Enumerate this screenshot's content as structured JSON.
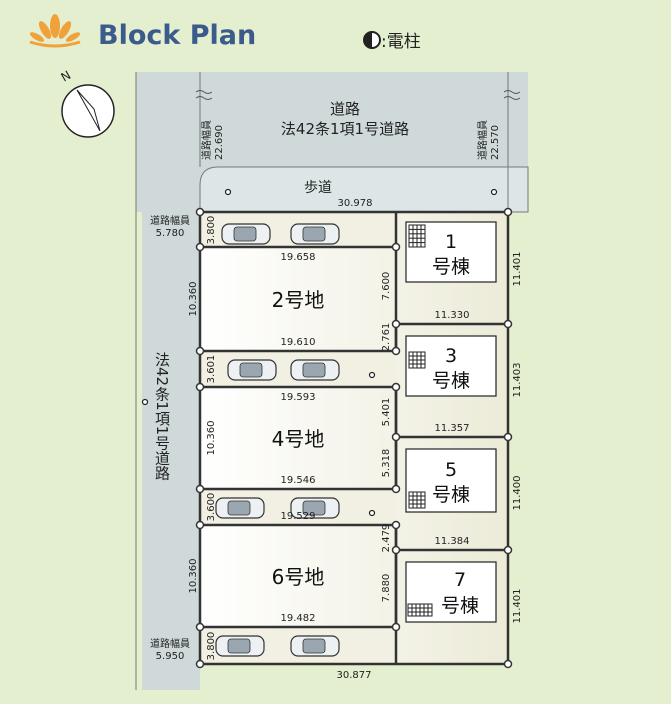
{
  "header": {
    "title": "Block Plan",
    "legend_label": ":電柱"
  },
  "roads": {
    "north_name": "道路",
    "north_law": "法42条1項1号道路",
    "north_width_left_label": "道路幅員",
    "north_width_left_value": "22.690",
    "north_width_right_label": "道路幅員",
    "north_width_right_value": "22.570",
    "sidewalk_label": "歩道",
    "sidewalk_length": "30.978",
    "west_law": "法42条1項1号道路",
    "west_width_top_label": "道路幅員",
    "west_width_top_value": "5.780",
    "west_width_bottom_label": "道路幅員",
    "west_width_bottom_value": "5.950"
  },
  "lots": [
    {
      "label": "2号地"
    },
    {
      "label": "4号地"
    },
    {
      "label": "6号地"
    }
  ],
  "buildings": [
    {
      "number": "1",
      "suffix": "号棟"
    },
    {
      "number": "3",
      "suffix": "号棟"
    },
    {
      "number": "5",
      "suffix": "号棟"
    },
    {
      "number": "7",
      "suffix": "号棟"
    }
  ],
  "dimensions": {
    "d_3800_top": "3.800",
    "d_19658": "19.658",
    "d_10360_a": "10.360",
    "d_7600": "7.600",
    "d_11401_a": "11.401",
    "d_11330": "11.330",
    "d_19610": "19.610",
    "d_2761": "2.761",
    "d_3601": "3.601",
    "d_19593": "19.593",
    "d_11403": "11.403",
    "d_10360_b": "10.360",
    "d_5401": "5.401",
    "d_11357": "11.357",
    "d_5318": "5.318",
    "d_19546": "19.546",
    "d_3600": "3.600",
    "d_19529": "19.529",
    "d_11400": "11.400",
    "d_2479": "2.479",
    "d_11384": "11.384",
    "d_10360_c": "10.360",
    "d_7880": "7.880",
    "d_11401_b": "11.401",
    "d_19482": "19.482",
    "d_3800_bottom": "3.800",
    "d_30877": "30.877"
  },
  "colors": {
    "background": "#e4efcf",
    "road": "#cfd9d9",
    "lot": "#f7f5ea",
    "line": "#333333",
    "title": "#3b5b8c",
    "logo": "#f0a23a"
  }
}
